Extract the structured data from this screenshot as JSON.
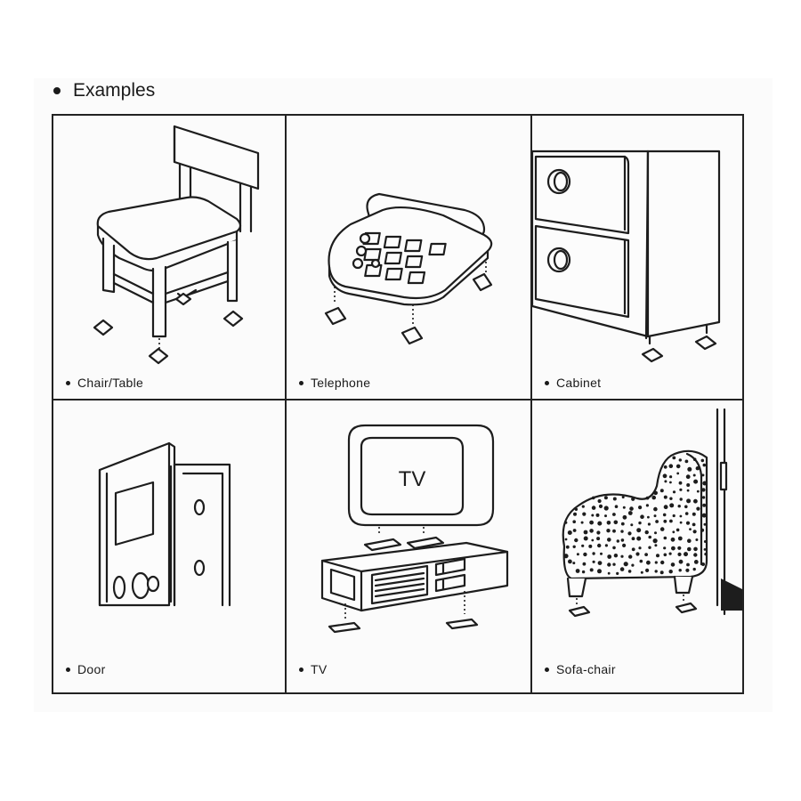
{
  "heading": "Examples",
  "panels": [
    {
      "label": "Chair/Table",
      "icon": "chair-icon"
    },
    {
      "label": "Telephone",
      "icon": "telephone-icon"
    },
    {
      "label": "Cabinet",
      "icon": "cabinet-icon"
    },
    {
      "label": "Door",
      "icon": "door-icon"
    },
    {
      "label": "TV",
      "icon": "tv-icon",
      "screen_text": "TV"
    },
    {
      "label": "Sofa-chair",
      "icon": "sofa-chair-icon"
    }
  ]
}
